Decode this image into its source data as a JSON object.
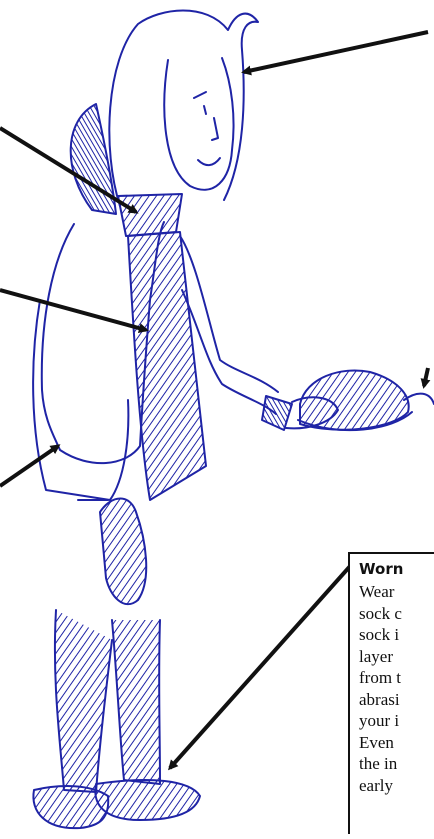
{
  "colors": {
    "ink": "#1f24a6",
    "arrow": "#111111",
    "background": "#ffffff"
  },
  "caption": {
    "title": "Worn",
    "lines": [
      "Wear",
      "sock c",
      "sock i",
      "layer",
      "from t",
      "abrasi",
      "your i",
      "Even",
      "the in",
      "early"
    ]
  }
}
